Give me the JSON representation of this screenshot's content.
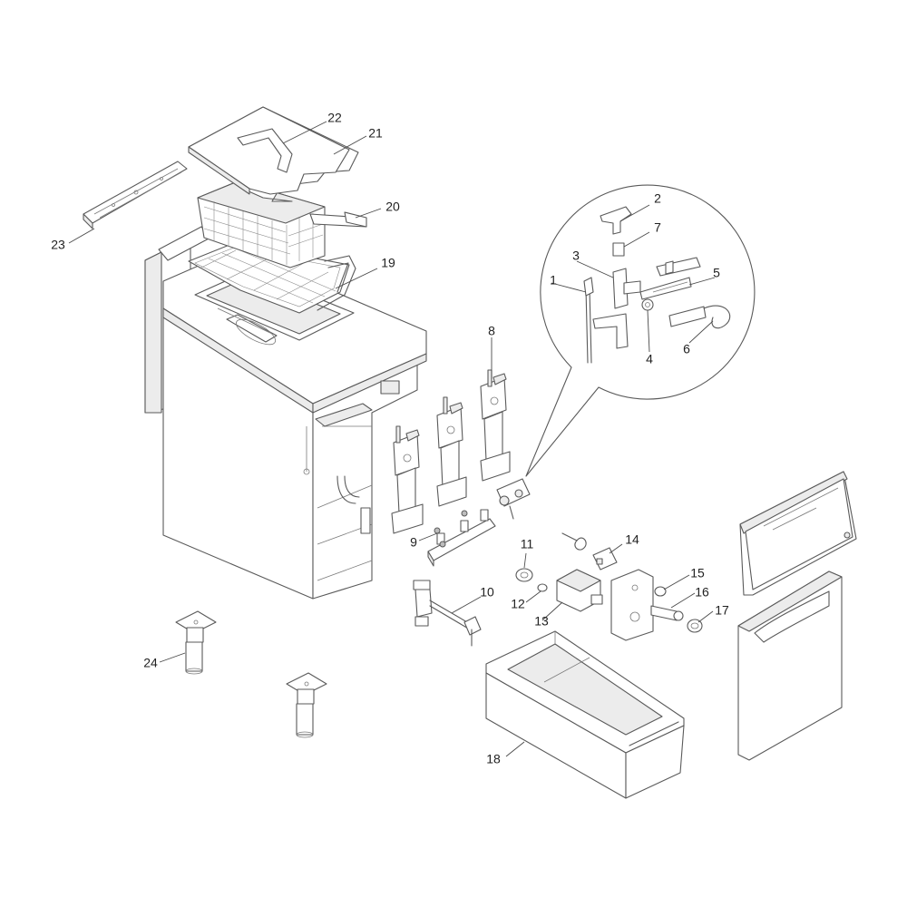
{
  "diagram": {
    "type": "exploded-parts-diagram",
    "line_color": "#5a5a5a",
    "background": "#ffffff",
    "callouts": [
      "1",
      "2",
      "3",
      "4",
      "5",
      "6",
      "7",
      "8",
      "9",
      "10",
      "11",
      "12",
      "13",
      "14",
      "15",
      "16",
      "17",
      "18",
      "19",
      "20",
      "21",
      "22",
      "23",
      "24"
    ]
  }
}
